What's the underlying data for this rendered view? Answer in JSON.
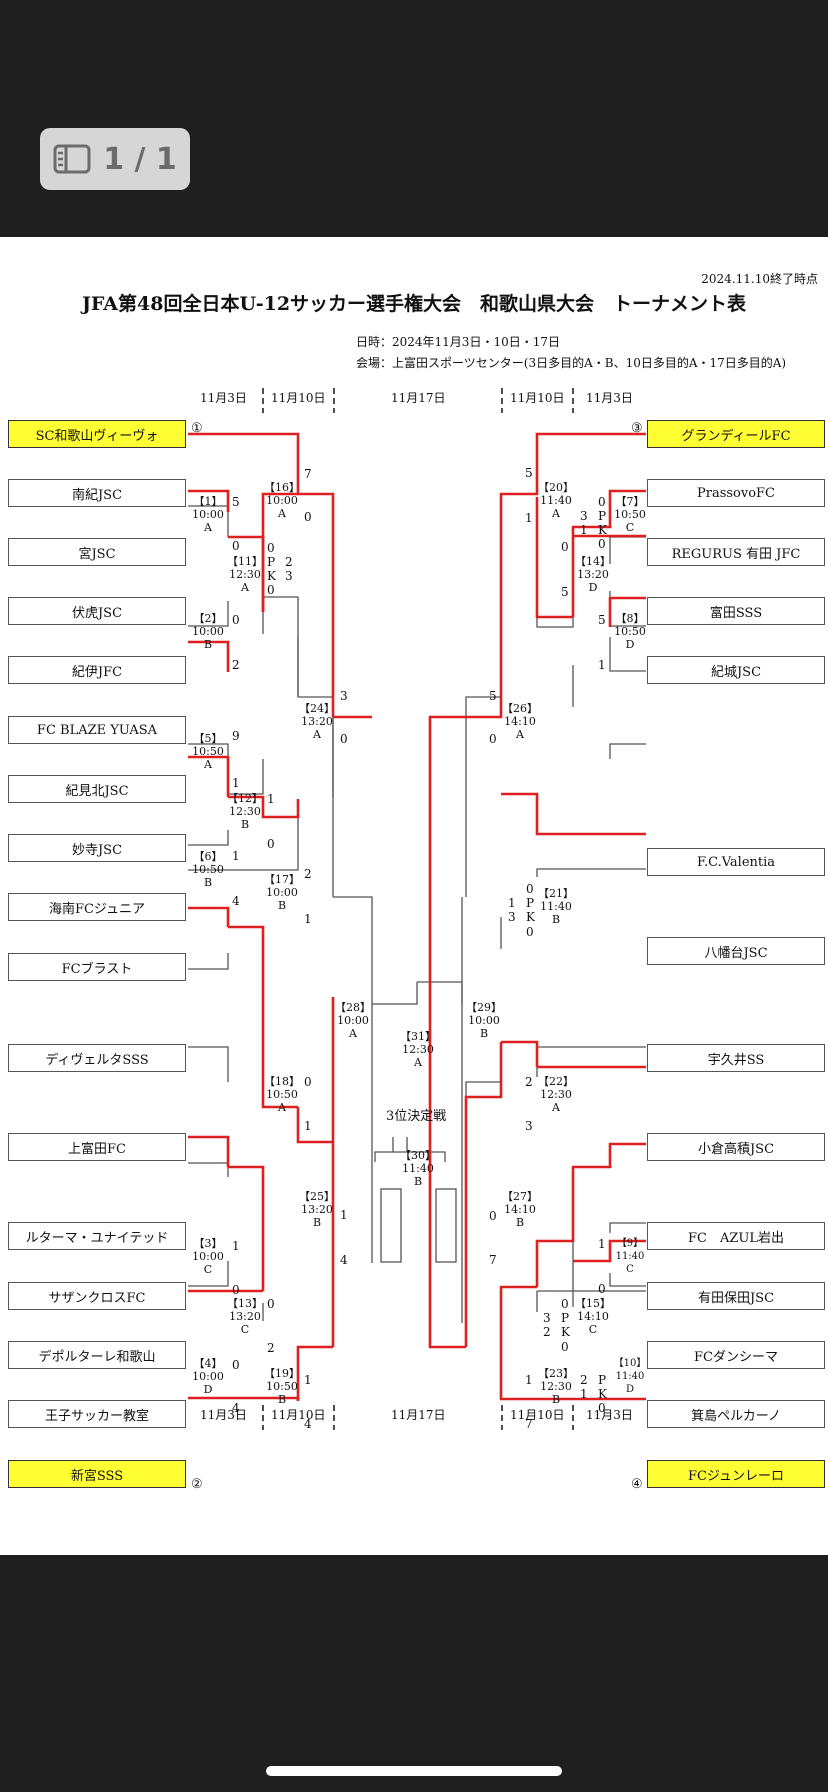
{
  "viewer": {
    "page_indicator": "1 / 1",
    "icon": "page-icon"
  },
  "header": {
    "stamp": "2024.11.10終了時点",
    "title": "JFA第48回全日本U-12サッカー選手権大会　和歌山県大会　トーナメント表",
    "schedule": "日時：2024年11月3日・10日・17日",
    "venue": "会場：上富田スポーツセンター(3日多目的A・B、10日多目的A・17日多目的A)"
  },
  "dates": {
    "nov3": "11月3日",
    "nov10": "11月10日",
    "nov17": "11月17日"
  },
  "seeds": {
    "s1": "①",
    "s2": "②",
    "s3": "③",
    "s4": "④"
  },
  "teams": {
    "left": [
      "SC和歌山ヴィーヴォ",
      "南紀JSC",
      "宮JSC",
      "伏虎JSC",
      "紀伊JFC",
      "FC BLAZE YUASA",
      "紀見北JSC",
      "妙寺JSC",
      "海南FCジュニア",
      "FCブラスト",
      "ディヴェルタSSS",
      "上富田FC",
      "ルターマ・ユナイテッド",
      "サザンクロスFC",
      "デポルターレ和歌山",
      "王子サッカー教室",
      "新宮SSS"
    ],
    "right": [
      "グランディールFC",
      "PrassovoFC",
      "REGURUS 有田 JFC",
      "富田SSS",
      "紀城JSC",
      "F.C.Valentia",
      "八幡台JSC",
      "宇久井SS",
      "小倉高積JSC",
      "FC　AZUL岩出",
      "有田保田JSC",
      "FCダンシーマ",
      "箕島ペルカーノ",
      "FCジュンレーロ"
    ]
  },
  "matches": {
    "m1": [
      "【1】",
      "10:00",
      "A"
    ],
    "m2": [
      "【2】",
      "10:00",
      "B"
    ],
    "m3": [
      "【3】",
      "10:00",
      "C"
    ],
    "m4": [
      "【4】",
      "10:00",
      "D"
    ],
    "m5": [
      "【5】",
      "10:50",
      "A"
    ],
    "m6": [
      "【6】",
      "10:50",
      "B"
    ],
    "m7": [
      "【7】",
      "10:50",
      "C"
    ],
    "m8": [
      "【8】",
      "10:50",
      "D"
    ],
    "m9": [
      "【9】",
      "11:40",
      "C"
    ],
    "m10": [
      "【10】",
      "11:40",
      "D"
    ],
    "m11": [
      "【11】",
      "12:30",
      "A"
    ],
    "m12": [
      "【12】",
      "12:30",
      "B"
    ],
    "m13": [
      "【13】",
      "13:20",
      "C"
    ],
    "m14": [
      "【14】",
      "13:20",
      "D"
    ],
    "m15": [
      "【15】",
      "14:10",
      "C"
    ],
    "m16": [
      "【16】",
      "10:00",
      "A"
    ],
    "m17": [
      "【17】",
      "10:00",
      "B"
    ],
    "m18": [
      "【18】",
      "10:50",
      "A"
    ],
    "m19": [
      "【19】",
      "10:50",
      "B"
    ],
    "m20": [
      "【20】",
      "11:40",
      "A"
    ],
    "m21": [
      "【21】",
      "11:40",
      "B"
    ],
    "m22": [
      "【22】",
      "12:30",
      "A"
    ],
    "m23": [
      "【23】",
      "12:30",
      "B"
    ],
    "m24": [
      "【24】",
      "13:20",
      "A"
    ],
    "m25": [
      "【25】",
      "13:20",
      "B"
    ],
    "m26": [
      "【26】",
      "14:10",
      "A"
    ],
    "m27": [
      "【27】",
      "14:10",
      "B"
    ],
    "m28": [
      "【28】",
      "10:00",
      "A"
    ],
    "m29": [
      "【29】",
      "10:00",
      "B"
    ],
    "m30": [
      "【30】",
      "11:40",
      "B"
    ],
    "m31": [
      "【31】",
      "12:30",
      "A"
    ]
  },
  "third_place_label": "3位決定戦",
  "scores": {
    "m1": [
      "5",
      "0"
    ],
    "m2": [
      "0",
      "2"
    ],
    "m5": [
      "9",
      "1"
    ],
    "m6": [
      "1",
      "4"
    ],
    "m11": [
      "0",
      "2",
      "P",
      "K",
      "3",
      "0"
    ],
    "m16": [
      "7",
      "0"
    ],
    "m12": [
      "1",
      "0"
    ],
    "m17": [
      "2",
      "1"
    ],
    "m24": [
      "3",
      "0"
    ],
    "m18": [
      "0",
      "1"
    ],
    "m3": [
      "1",
      "0"
    ],
    "m4": [
      "0",
      "4"
    ],
    "m13": [
      "0",
      "2"
    ],
    "m19": [
      "1",
      "4"
    ],
    "m25": [
      "1",
      "4"
    ],
    "m20": [
      "5",
      "1"
    ],
    "m7": [
      "0",
      "P",
      "K",
      "0"
    ],
    "m14": [
      "3",
      "1",
      "0",
      "5"
    ],
    "m8": [
      "5",
      "1"
    ],
    "m26": [
      "5",
      "0"
    ],
    "m21": [
      "0",
      "1",
      "P",
      "3",
      "K",
      "0"
    ],
    "m22": [
      "2",
      "3"
    ],
    "m27": [
      "0",
      "7"
    ],
    "m9": [
      "1",
      "0"
    ],
    "m15": [
      "0",
      "P",
      "3",
      "K",
      "2",
      "0"
    ],
    "m10": [
      "2",
      "P",
      "1",
      "K",
      "0"
    ],
    "m23": [
      "1",
      "7"
    ]
  }
}
